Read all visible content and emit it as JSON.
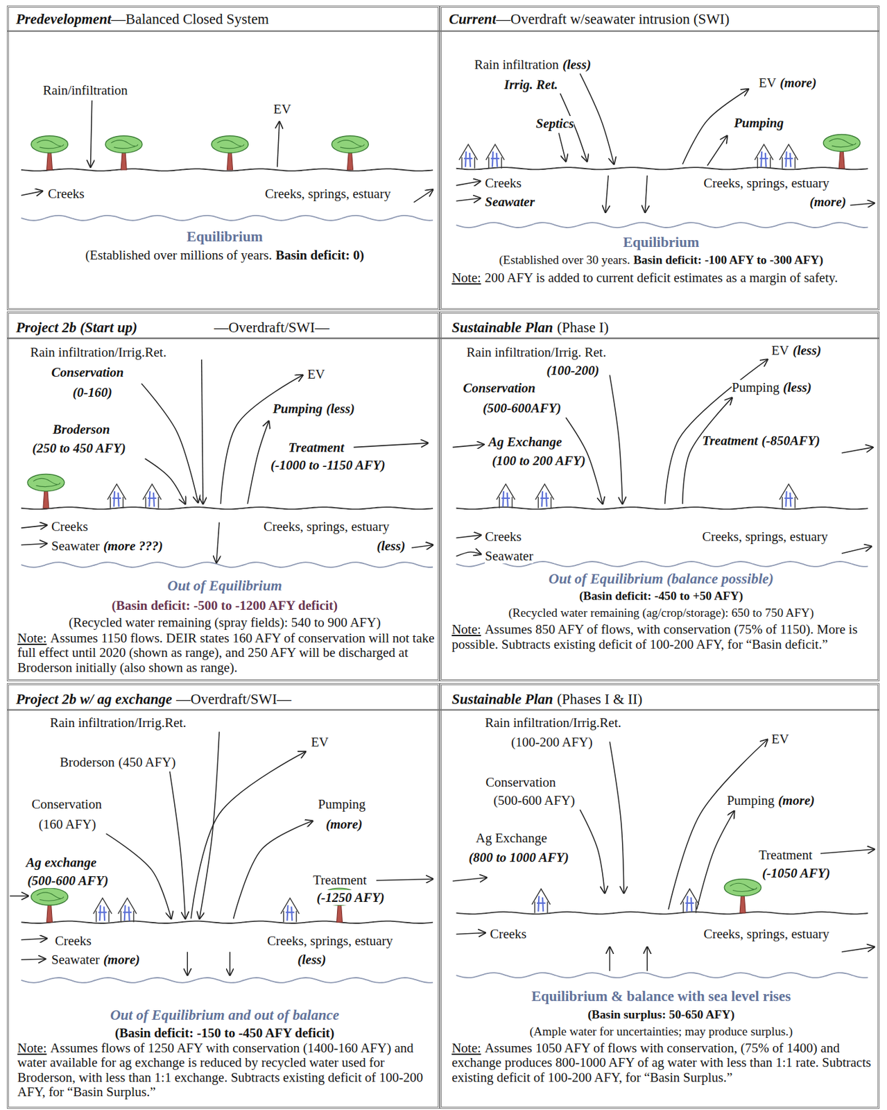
{
  "diagram": {
    "nodes": [
      {
        "text": [
          "Predevelopment",
          "—Balanced Closed System",
          "Rain/infiltration",
          "EV",
          "Creeks",
          "Creeks, springs, estuary",
          "Equilibrium",
          "(Established over millions of years.",
          "Basin deficit: 0)"
        ]
      },
      {
        "text": [
          "Current",
          "—Overdraft w/seawater intrusion (SWI)",
          "Rain infiltration",
          "(less)",
          "Irrig. Ret.",
          "Septics",
          "EV",
          "(more)",
          "Pumping",
          "Creeks",
          "Seawater",
          "Creeks, springs, estuary",
          "(more)",
          "Equilibrium",
          "(Established over 30 years.",
          "Basin deficit: -100 AFY to -300 AFY)",
          "Note:",
          "200 AFY is added to current deficit estimates as a margin of safety."
        ]
      },
      {
        "text": [
          "Project 2b (Start up)",
          "—Overdraft/SWI—",
          "Rain infiltration/Irrig.Ret.",
          "Conservation",
          "(0-160)",
          "Broderson",
          "(250 to 450 AFY)",
          "EV",
          "Pumping",
          "(less)",
          "Treatment",
          "(-1000 to -1150 AFY)",
          "Creeks",
          "Seawater",
          "(more ???)",
          "Creeks, springs, estuary",
          "(less)",
          "Out of Equilibrium",
          "(Basin deficit: -500 to -1200 AFY deficit)",
          "(Recycled water remaining (spray fields): 540 to 900 AFY)",
          "Note:",
          "Assumes 1150 flows. DEIR states 160 AFY of conservation will not take full effect until 2020 (shown as range), and 250 AFY will be discharged at Broderson initially (also shown as range)."
        ]
      },
      {
        "text": [
          "Sustainable Plan",
          "(Phase I)",
          "Rain infiltration/Irrig. Ret.",
          "(100-200)",
          "EV",
          "(less)",
          "Conservation",
          "(500-600AFY)",
          "Pumping",
          "(less)",
          "Ag Exchange",
          "(100 to 200 AFY)",
          "Treatment",
          "(-850AFY)",
          "Creeks",
          "Seawater",
          "Creeks, springs, estuary",
          "Out of Equilibrium (balance possible)",
          "(Basin deficit: -450 to +50 AFY)",
          "(Recycled water remaining (ag/crop/storage): 650 to 750 AFY)",
          "Note:",
          "Assumes 850 AFY of flows, with conservation (75% of 1150). More is possible. Subtracts existing deficit of 100-200 AFY, for “Basin deficit.”"
        ]
      },
      {
        "text": [
          "Project 2b w/ ag exchange",
          "—Overdraft/SWI—",
          "Rain infiltration/Irrig.Ret.",
          "EV",
          "Broderson",
          "(450 AFY)",
          "Conservation",
          "(160 AFY)",
          "Pumping",
          "(more)",
          "Ag exchange",
          "(500-600 AFY)",
          "Treatment",
          "(-1250 AFY)",
          "Creeks",
          "Seawater",
          "(more)",
          "Creeks, springs, estuary",
          "(less)",
          "Out of Equilibrium and out of balance",
          "(Basin deficit: -150 to -450 AFY deficit)",
          "Note:",
          "Assumes flows of 1250 AFY with conservation (1400-160 AFY) and water available for ag exchange is reduced by recycled water used for Broderson, with less than 1:1 exchange. Subtracts existing deficit of 100-200 AFY, for “Basin Surplus.”"
        ]
      },
      {
        "text": [
          "Sustainable Plan",
          "(Phases I & II)",
          "Rain infiltration/Irrig.Ret.",
          "(100-200 AFY)",
          "EV",
          "Conservation",
          "(500-600 AFY)",
          "Pumping",
          "(more)",
          "Ag Exchange",
          "(800 to 1000 AFY)",
          "Treatment",
          "(-1050 AFY)",
          "Creeks",
          "Creeks, springs, estuary",
          "Equilibrium & balance with sea level rises",
          "(Basin surplus: 50-650 AFY)",
          "(Ample water for uncertainties; may produce surplus.)",
          "Note:",
          "Assumes 1050 AFY of flows with conservation, (75% of 1400) and exchange produces 800-1000 AFY of ag water with less than 1:1 rate. Subtracts existing deficit of 100-200 AFY, for “Basin Surplus.”"
        ]
      }
    ]
  }
}
